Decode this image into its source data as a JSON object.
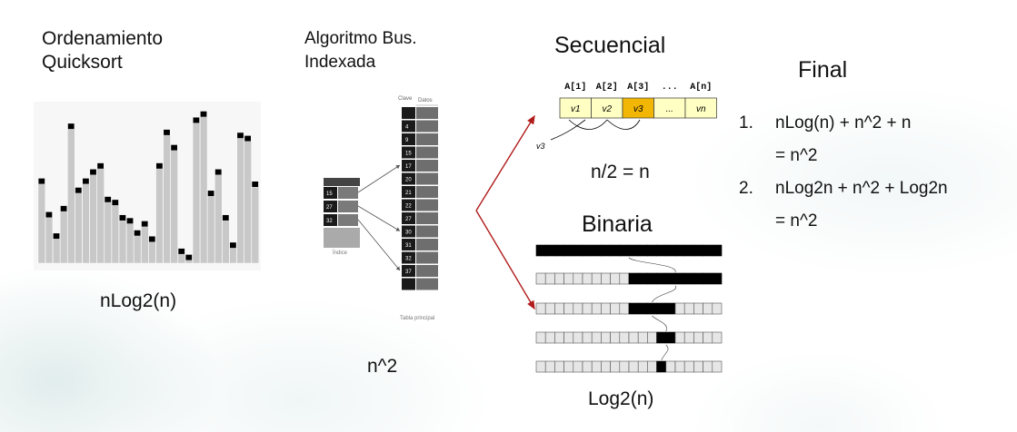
{
  "quicksort": {
    "title_line1": "Ordenamiento",
    "title_line2": "Quicksort",
    "complexity": "nLog2(n)",
    "bars": [
      0.52,
      0.3,
      0.16,
      0.34,
      0.88,
      0.46,
      0.52,
      0.58,
      0.62,
      0.4,
      0.38,
      0.28,
      0.26,
      0.18,
      0.24,
      0.14,
      0.62,
      0.84,
      0.74,
      0.06,
      0.02,
      0.92,
      0.96,
      0.44,
      0.58,
      0.28,
      0.1,
      0.82,
      0.8,
      0.5
    ]
  },
  "indexada": {
    "title_line1": "Algoritmo Bus.",
    "title_line2": "Indexada",
    "complexity": "n^2",
    "clave_label": "Clave",
    "datos_label": "Datos",
    "index_values": [
      "15",
      "27",
      "32"
    ],
    "index_caption": "Índice",
    "main_values": [
      "",
      "4",
      "9",
      "15",
      "17",
      "20",
      "21",
      "22",
      "27",
      "30",
      "31",
      "32",
      "37",
      ""
    ],
    "main_caption": "Tabla principal"
  },
  "secuencial": {
    "title": "Secuencial",
    "array_labels": [
      "A[1]",
      "A[2]",
      "A[3]",
      "...",
      "A[n]"
    ],
    "cells": [
      "v1",
      "v2",
      "v3",
      "...",
      "vn"
    ],
    "search_value": "v3",
    "complexity": "n/2 = n"
  },
  "binaria": {
    "title": "Binaria",
    "complexity": "Log2(n)"
  },
  "final": {
    "title": "Final",
    "items": [
      {
        "num": "1.",
        "line1": "nLog(n) + n^2 + n",
        "line2": "= n^2"
      },
      {
        "num": "2.",
        "line1": "nLog2n + n^2 + Log2n",
        "line2": "= n^2"
      }
    ]
  },
  "colors": {
    "bar_fill": "#c8c8c8",
    "highlight_cell": "#f2b705",
    "cell_fill": "#ffffc4",
    "arrow": "#b11c1c"
  }
}
